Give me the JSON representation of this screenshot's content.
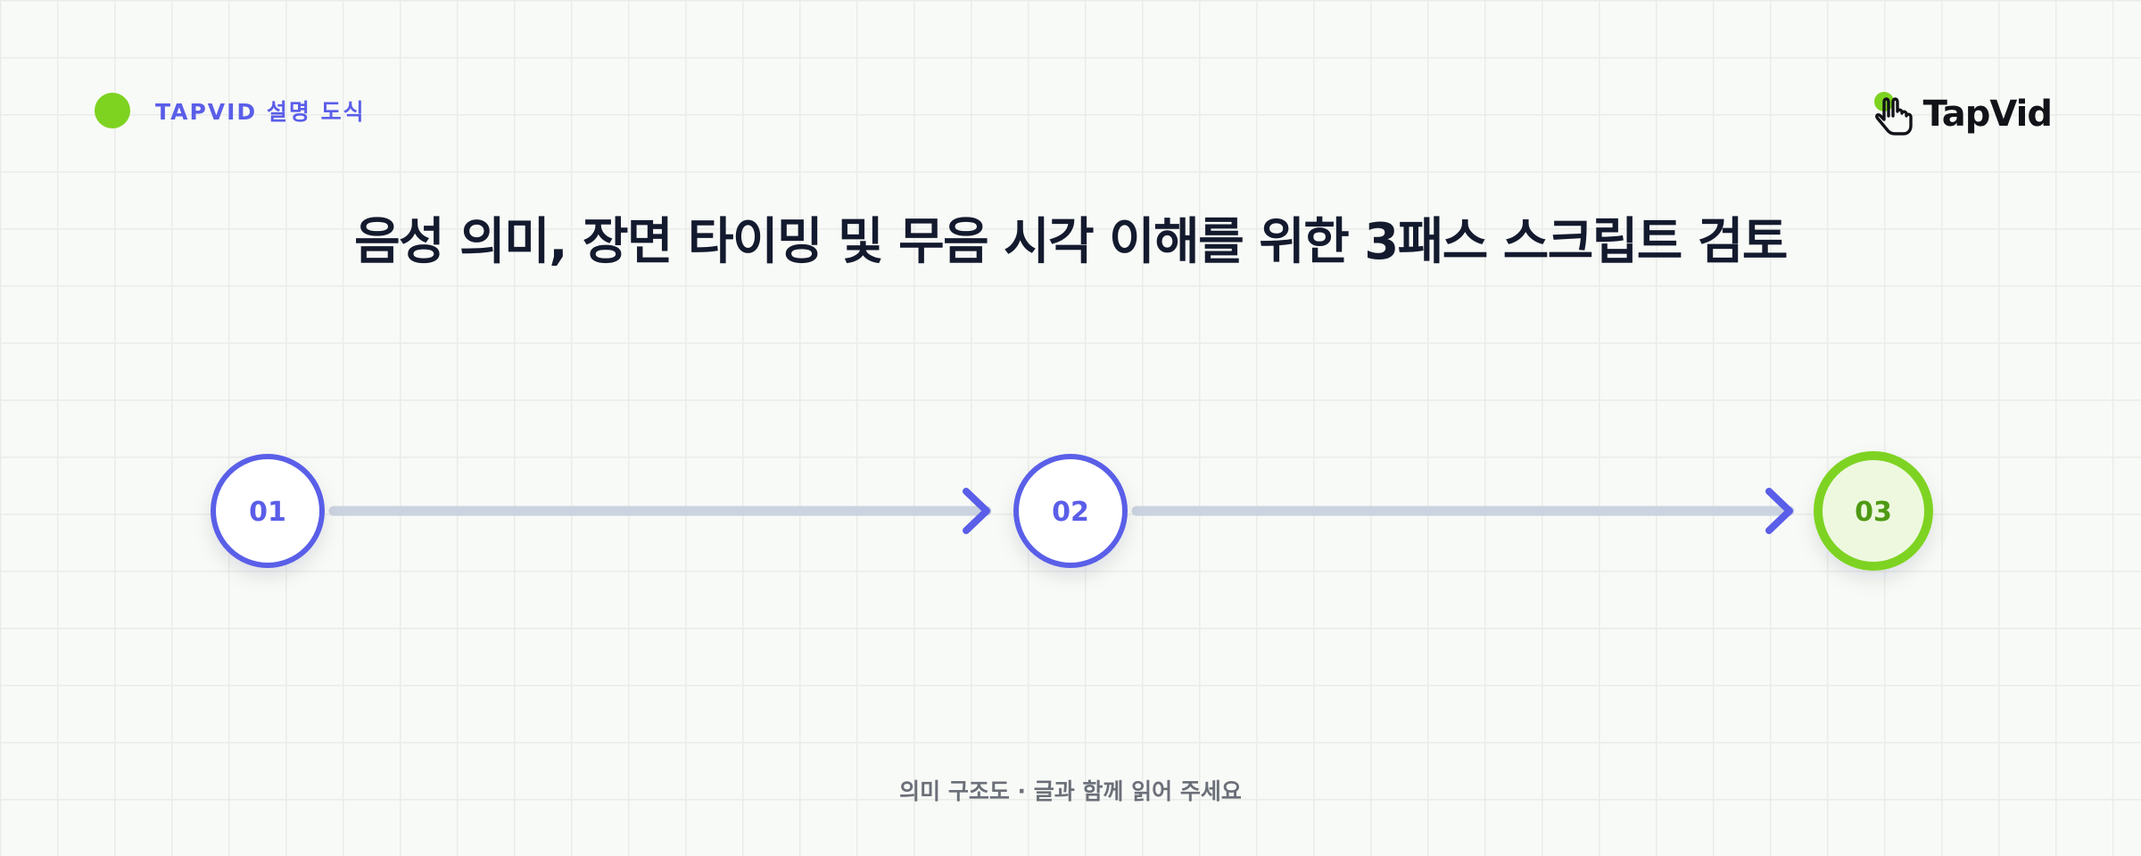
{
  "header": {
    "tag_label": "TAPVID 설명 도식",
    "brand_name": "TapVid"
  },
  "title": "음성 의미, 장면 타이밍 및 무음 시각 이해를 위한 3패스 스크립트 검토",
  "steps": [
    {
      "label": "01",
      "highlighted": false
    },
    {
      "label": "02",
      "highlighted": false
    },
    {
      "label": "03",
      "highlighted": true
    }
  ],
  "caption": "의미 구조도 · 글과 함께 읽어 주세요",
  "colors": {
    "accent_purple": "#5a5ee8",
    "accent_green": "#7ed321",
    "green_fill": "#eef8df",
    "green_text": "#4f9a14",
    "connector": "#cbd3e0",
    "title": "#141a2e"
  },
  "icons": {
    "tag_marker": "green-dot",
    "brand_logo": "pointing-hand-icon"
  }
}
